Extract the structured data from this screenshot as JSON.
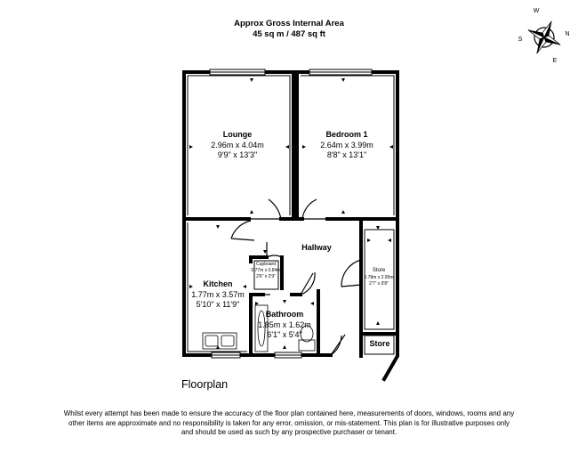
{
  "header": {
    "title": "Approx Gross Internal Area",
    "area": "45 sq m / 487 sq ft"
  },
  "compass": {
    "n": "N",
    "s": "S",
    "e": "E",
    "w": "W"
  },
  "rooms": {
    "lounge": {
      "name": "Lounge",
      "metric": "2.96m x 4.04m",
      "imperial": "9'9\" x 13'3\""
    },
    "bedroom": {
      "name": "Bedroom 1",
      "metric": "2.64m x 3.99m",
      "imperial": "8'8\" x 13'1\""
    },
    "hallway": {
      "name": "Hallway"
    },
    "kitchen": {
      "name": "Kitchen",
      "metric": "1.77m x 3.57m",
      "imperial": "5'10\" x 11'9\""
    },
    "cupboard": {
      "name": "Cupboard",
      "metric": "0.77m x 0.84m",
      "imperial": "2'6\" x 2'9\""
    },
    "bathroom": {
      "name": "Bathroom",
      "metric": "1.85m x 1.62m",
      "imperial": "6'1\" x 5'4\""
    },
    "store_inner": {
      "name": "Store",
      "metric": "0.78m x 2.95m",
      "imperial": "2'7\" x 9'8\""
    },
    "store_outer": {
      "name": "Store"
    }
  },
  "footer": {
    "label": "Floorplan",
    "disclaimer": "Whilst every attempt has been made to ensure the accuracy of the floor plan contained here, measurements of doors, windows, rooms and any other items are approximate and no responsibility is taken for any error, omission, or mis-statement. This plan is for illustrative purposes only and should be used as such by any prospective purchaser or tenant."
  }
}
